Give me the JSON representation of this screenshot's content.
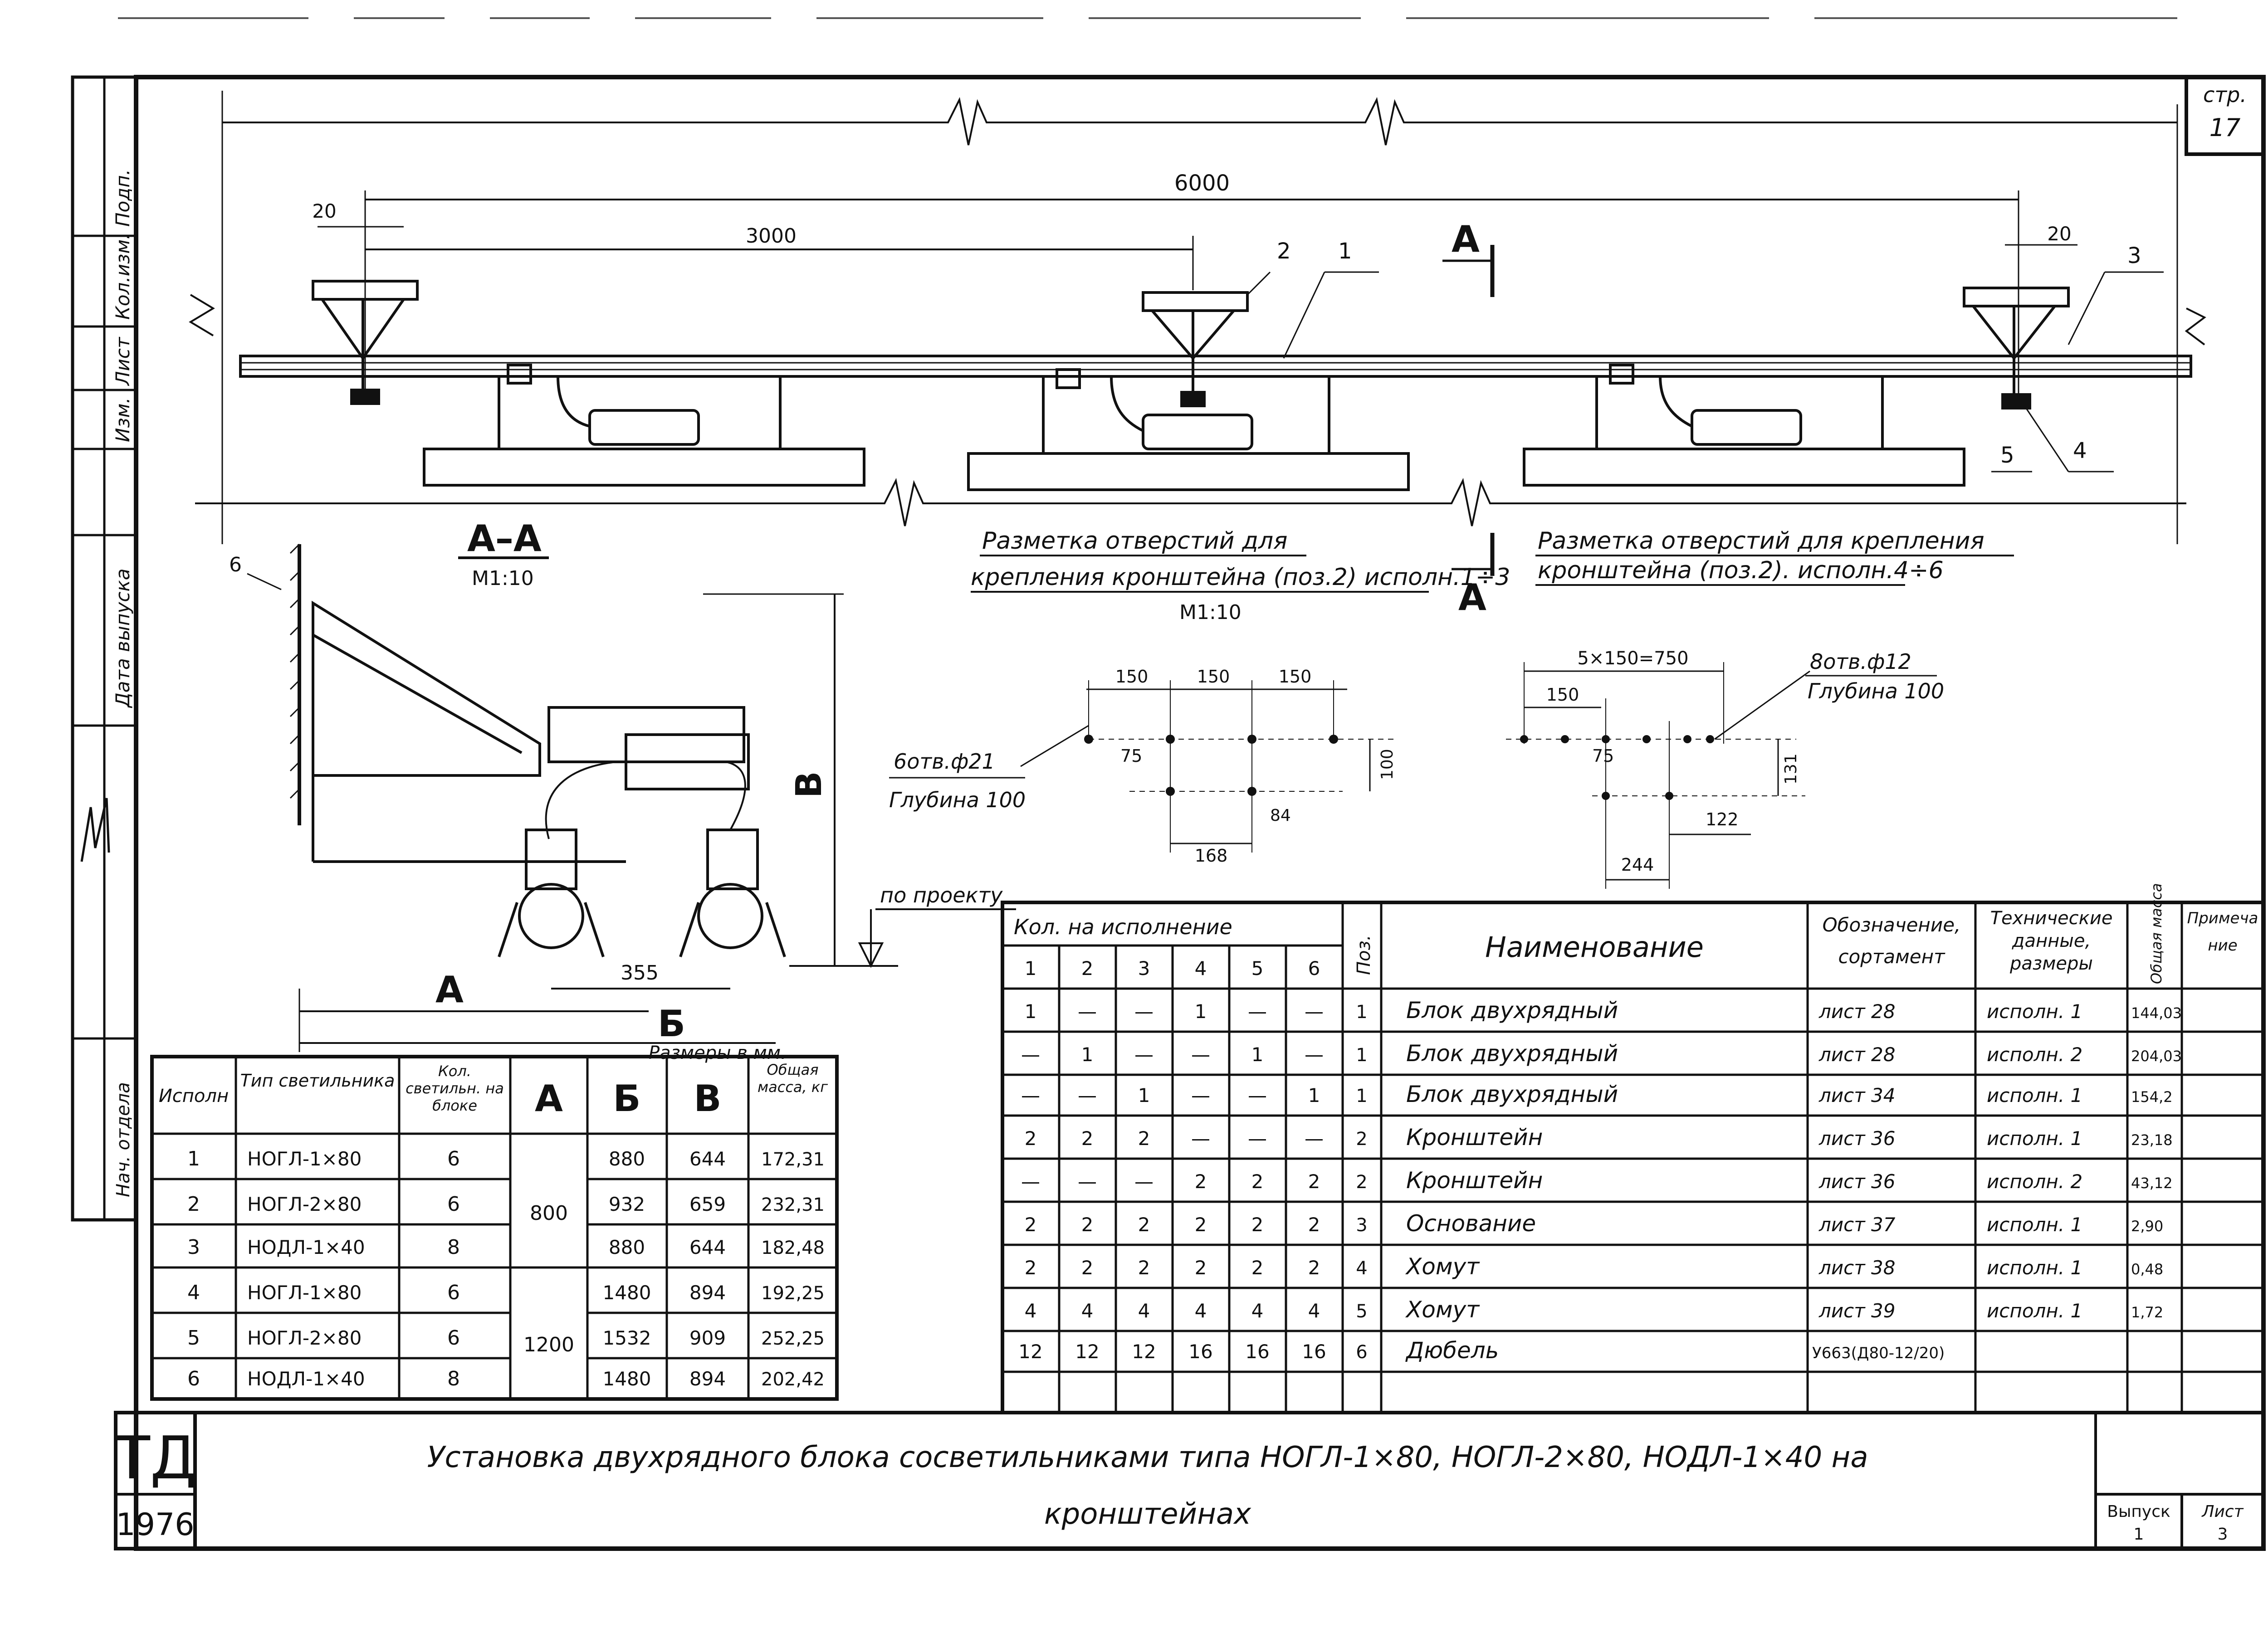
{
  "sheet": {
    "page_label": "стр.",
    "page_number": "17",
    "title_line1": "Установка двухрядного блока сосветильниками типа НОГЛ-1×80, НОГЛ-2×80, НОДЛ-1×40 на",
    "title_line2": "кронштейнах",
    "td_label": "ТД",
    "year": "1976",
    "vypusk_label": "Выпуск",
    "vypusk_value": "1",
    "list_label": "Лист",
    "list_value": "3",
    "sizes_note": "Размеры в мм."
  },
  "side_stamp": {
    "podp": "Подп.",
    "kol_izm": "Кол.изм.",
    "list": "Лист",
    "izm": "Изм.",
    "data_vypuska": "Дата выпуска",
    "nach_otdela": "Нач. отдела"
  },
  "elevation": {
    "dim_total": "6000",
    "dim_half": "3000",
    "dim_left": "20",
    "dim_right": "20",
    "section_mark": "А",
    "callouts": [
      "1",
      "2",
      "3",
      "4",
      "5"
    ]
  },
  "section_aa": {
    "title": "А–А",
    "scale": "М1:10",
    "callout": "6",
    "dim_355": "355",
    "label_A": "А",
    "label_B": "Б",
    "label_V": "В",
    "po_proektu": "по проекту"
  },
  "holes1": {
    "title1": "Разметка отверстий для",
    "title2": "крепления кронштейна (поз.2) исполн.1÷3",
    "scale": "М1:10",
    "d150a": "150",
    "d150b": "150",
    "d150c": "150",
    "d75": "75",
    "d100": "100",
    "d84": "84",
    "d168": "168",
    "holes_note": "6отв.ф21",
    "depth_note": "Глубина 100"
  },
  "holes2": {
    "title1": "Разметка отверстий для крепления",
    "title2": "кронштейна (поз.2). исполн.4÷6",
    "d750": "5×150=750",
    "d150": "150",
    "d75": "75",
    "d131": "131",
    "d122": "122",
    "d244": "244",
    "holes_note": "8отв.ф12",
    "depth_note": "Глубина 100"
  },
  "variants_table": {
    "headers": [
      "Исполн",
      "Тип светильника",
      "Кол. светильн. на блоке",
      "А",
      "Б",
      "В",
      "Общая масса, кг"
    ],
    "A_values": [
      "800",
      "1200"
    ],
    "rows": [
      {
        "n": "1",
        "type": "НОГЛ-1×80",
        "qty": "6",
        "b": "880",
        "v": "644",
        "mass": "172,31"
      },
      {
        "n": "2",
        "type": "НОГЛ-2×80",
        "qty": "6",
        "b": "932",
        "v": "659",
        "mass": "232,31"
      },
      {
        "n": "3",
        "type": "НОДЛ-1×40",
        "qty": "8",
        "b": "880",
        "v": "644",
        "mass": "182,48"
      },
      {
        "n": "4",
        "type": "НОГЛ-1×80",
        "qty": "6",
        "b": "1480",
        "v": "894",
        "mass": "192,25"
      },
      {
        "n": "5",
        "type": "НОГЛ-2×80",
        "qty": "6",
        "b": "1532",
        "v": "909",
        "mass": "252,25"
      },
      {
        "n": "6",
        "type": "НОДЛ-1×40",
        "qty": "8",
        "b": "1480",
        "v": "894",
        "mass": "202,42"
      }
    ]
  },
  "spec_table": {
    "group_header": "Кол. на исполнение",
    "variant_cols": [
      "1",
      "2",
      "3",
      "4",
      "5",
      "6"
    ],
    "pos_header": "Поз.",
    "name_header": "Наименование",
    "desig_header": "Обозначение, сортамент",
    "tech_header": "Технические данные, размеры",
    "mass_header": "Общая масса",
    "note_header": "Примечание",
    "rows": [
      {
        "q": [
          "1",
          "—",
          "—",
          "1",
          "—",
          "—"
        ],
        "pos": "1",
        "name": "Блок двухрядный",
        "desig": "лист 28",
        "tech": "исполн. 1",
        "mass": "144,03"
      },
      {
        "q": [
          "—",
          "1",
          "—",
          "—",
          "1",
          "—"
        ],
        "pos": "1",
        "name": "Блок двухрядный",
        "desig": "лист 28",
        "tech": "исполн. 2",
        "mass": "204,03"
      },
      {
        "q": [
          "—",
          "—",
          "1",
          "—",
          "—",
          "1"
        ],
        "pos": "1",
        "name": "Блок двухрядный",
        "desig": "лист 34",
        "tech": "исполн. 1",
        "mass": "154,2"
      },
      {
        "q": [
          "2",
          "2",
          "2",
          "—",
          "—",
          "—"
        ],
        "pos": "2",
        "name": "Кронштейн",
        "desig": "лист 36",
        "tech": "исполн. 1",
        "mass": "23,18"
      },
      {
        "q": [
          "—",
          "—",
          "—",
          "2",
          "2",
          "2"
        ],
        "pos": "2",
        "name": "Кронштейн",
        "desig": "лист 36",
        "tech": "исполн. 2",
        "mass": "43,12"
      },
      {
        "q": [
          "2",
          "2",
          "2",
          "2",
          "2",
          "2"
        ],
        "pos": "3",
        "name": "Основание",
        "desig": "лист 37",
        "tech": "исполн. 1",
        "mass": "2,90"
      },
      {
        "q": [
          "2",
          "2",
          "2",
          "2",
          "2",
          "2"
        ],
        "pos": "4",
        "name": "Хомут",
        "desig": "лист 38",
        "tech": "исполн. 1",
        "mass": "0,48"
      },
      {
        "q": [
          "4",
          "4",
          "4",
          "4",
          "4",
          "4"
        ],
        "pos": "5",
        "name": "Хомут",
        "desig": "лист 39",
        "tech": "исполн. 1",
        "mass": "1,72"
      },
      {
        "q": [
          "12",
          "12",
          "12",
          "16",
          "16",
          "16"
        ],
        "pos": "6",
        "name": "Дюбель",
        "desig": "У663(Д80-12/20)",
        "tech": "",
        "mass": ""
      }
    ]
  }
}
